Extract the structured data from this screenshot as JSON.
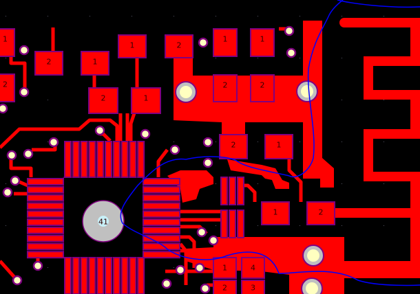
{
  "view": {
    "type": "pcb-layout-editor",
    "layer": "top-copper"
  },
  "colors": {
    "background": "#000000",
    "copper": "#ff0000",
    "pad_outline": "#800080",
    "via_fill": "#ffffc0",
    "hole_fill": "#c0c0c0",
    "ratsnest": "#0000ff"
  },
  "pads": [
    "1",
    "2",
    "2",
    "1",
    "1",
    "2",
    "2",
    "1",
    "1",
    "1",
    "2",
    "2",
    "2",
    "1",
    "1",
    "2",
    "1",
    "4",
    "2",
    "3"
  ],
  "qfn": {
    "thermal_pad_label": "41"
  }
}
